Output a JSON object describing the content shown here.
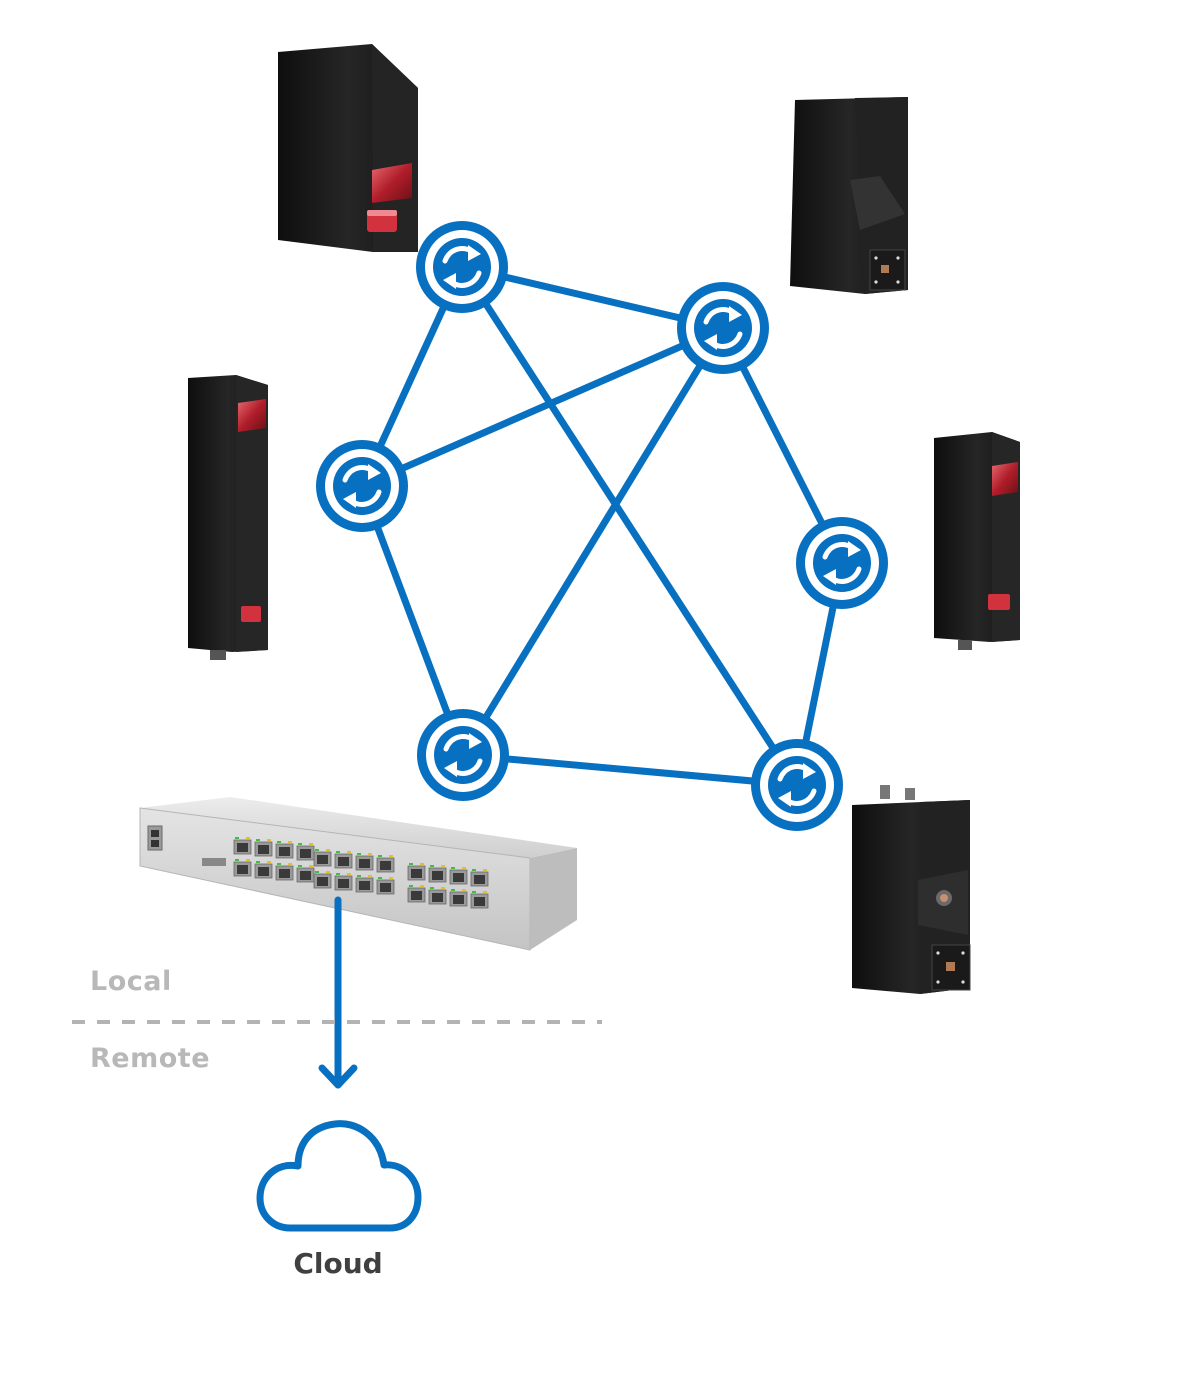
{
  "labels": {
    "local": "Local",
    "remote": "Remote",
    "cloud": "Cloud"
  },
  "colors": {
    "link_blue": "#0870c0",
    "zone_text": "#b8b8b8",
    "cloud_text": "#404040",
    "sensor_body": "#1c1c1c",
    "sensor_window": "#c8323c",
    "switch_body": "#d9d9d9"
  },
  "icons": {
    "node": "sync-icon",
    "cloud": "cloud-icon",
    "uplink": "arrow-down-icon"
  },
  "nodes": [
    "node-1",
    "node-2",
    "node-3",
    "node-4",
    "node-5",
    "node-6"
  ],
  "sensors": [
    "sensor-top-left",
    "sensor-top-right",
    "sensor-mid-left",
    "sensor-mid-right",
    "sensor-bottom-right"
  ]
}
